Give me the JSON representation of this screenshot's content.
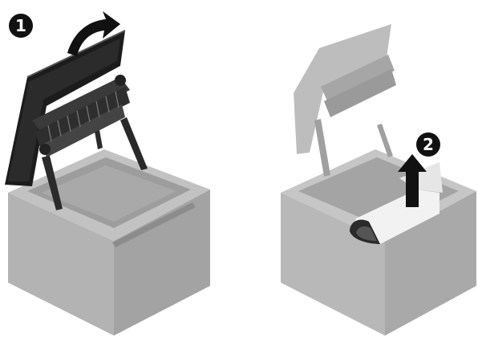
{
  "steps": [
    {
      "number": "1",
      "action": "open-cover-arrow"
    },
    {
      "number": "2",
      "action": "lift-paper-arrow"
    }
  ],
  "colors": {
    "body_light": "#b9b9b9",
    "body_mid": "#a8a8a8",
    "body_dark": "#8f8f8f",
    "cover_black": "#1a1a1a",
    "mechanism": "#3a3a3a",
    "paper": "#f2f2f2",
    "badge": "#111111"
  }
}
